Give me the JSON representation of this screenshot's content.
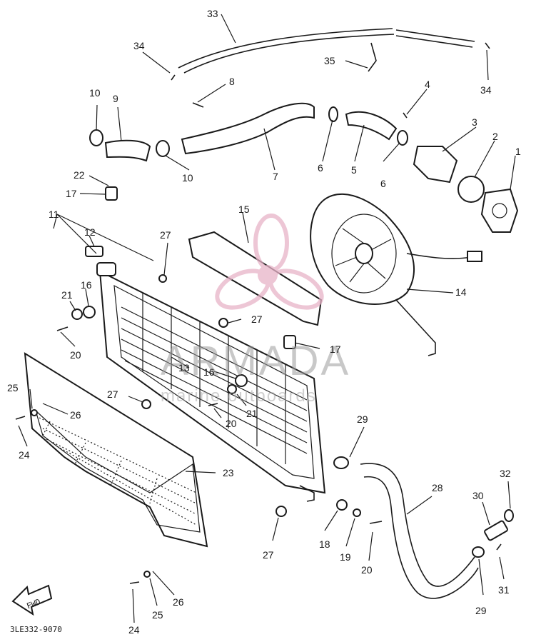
{
  "labels": {
    "n1": "1",
    "n2": "2",
    "n3": "3",
    "n4": "4",
    "n5": "5",
    "n6a": "6",
    "n6b": "6",
    "n7": "7",
    "n8": "8",
    "n9": "9",
    "n10a": "10",
    "n10b": "10",
    "n11": "11",
    "n12": "12",
    "n13": "13",
    "n14": "14",
    "n15": "15",
    "n16a": "16",
    "n16b": "16",
    "n17a": "17",
    "n17b": "17",
    "n18": "18",
    "n19": "19",
    "n20a": "20",
    "n20b": "20",
    "n20c": "20",
    "n21a": "21",
    "n21b": "21",
    "n22": "22",
    "n23": "23",
    "n24a": "24",
    "n24b": "24",
    "n25a": "25",
    "n25b": "25",
    "n26a": "26",
    "n26b": "26",
    "n27a": "27",
    "n27b": "27",
    "n27c": "27",
    "n27d": "27",
    "n28": "28",
    "n29a": "29",
    "n29b": "29",
    "n30": "30",
    "n31": "31",
    "n32": "32",
    "n33": "33",
    "n34a": "34",
    "n34b": "34",
    "n35": "35"
  },
  "watermark": {
    "brand": "ARMADA",
    "sub": "marine outboards",
    "brand_color": "#e8b3c8"
  },
  "front_arrow": "FWD",
  "diagram_code": "3LE332-9070"
}
